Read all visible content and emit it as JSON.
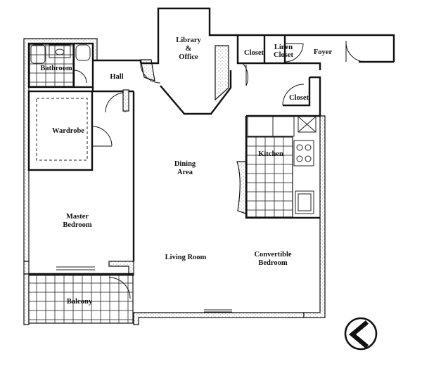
{
  "plan": {
    "rooms": {
      "bathroom": "Bathroom",
      "hall": "Hall",
      "library_line1": "Library",
      "library_line2": "&",
      "library_line3": "Office",
      "closet_top": "Closet",
      "linen_line1": "Linen",
      "linen_line2": "Closet",
      "foyer": "Foyer",
      "closet_right": "Closet",
      "wardrobe": "Wardrobe",
      "kitchen": "Kitchen",
      "dining_line1": "Dining",
      "dining_line2": "Area",
      "master_line1": "Master",
      "master_line2": "Bedroom",
      "living": "Living Room",
      "convertible_line1": "Convertible",
      "convertible_line2": "Bedroom",
      "balcony": "Balcony"
    },
    "compass": {
      "icon": "north-arrow-icon"
    }
  }
}
